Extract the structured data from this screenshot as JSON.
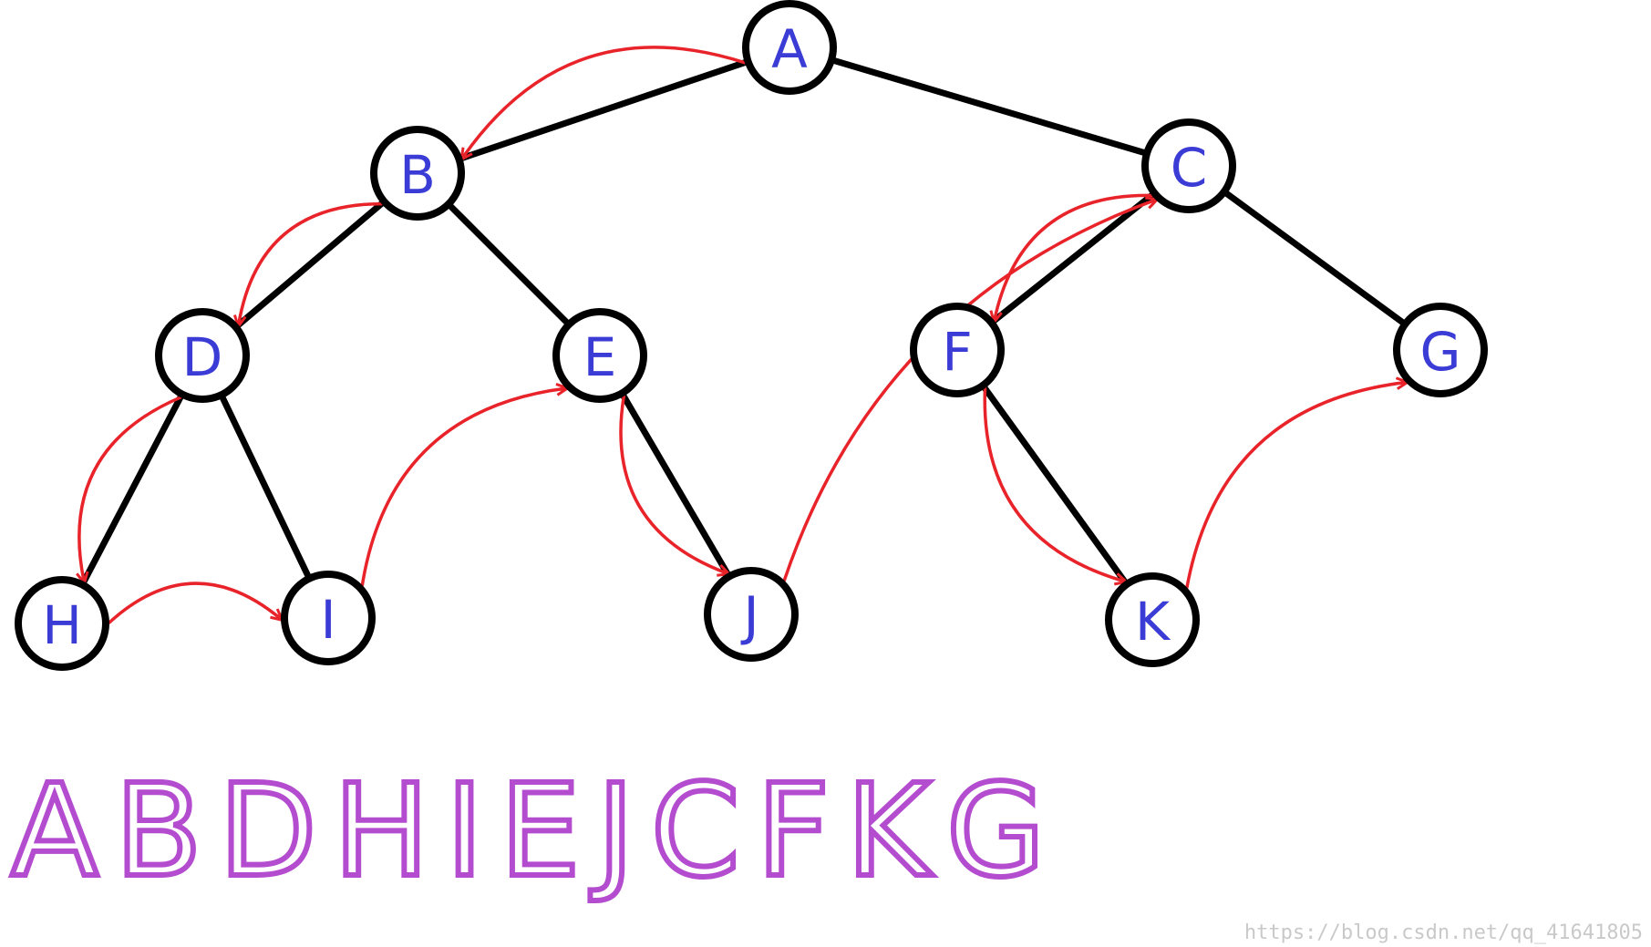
{
  "colors": {
    "edge": "#000000",
    "node_fill": "#ffffff",
    "node_stroke": "#000000",
    "node_label": "#3b3bd6",
    "traversal_arrow": "#e8232a",
    "sequence_text": "#b44ccf",
    "watermark": "#c9c9c9"
  },
  "nodes": [
    {
      "id": "A",
      "label": "A"
    },
    {
      "id": "B",
      "label": "B"
    },
    {
      "id": "C",
      "label": "C"
    },
    {
      "id": "D",
      "label": "D"
    },
    {
      "id": "E",
      "label": "E"
    },
    {
      "id": "F",
      "label": "F"
    },
    {
      "id": "G",
      "label": "G"
    },
    {
      "id": "H",
      "label": "H"
    },
    {
      "id": "I",
      "label": "I"
    },
    {
      "id": "J",
      "label": "J"
    },
    {
      "id": "K",
      "label": "K"
    }
  ],
  "edges": [
    {
      "from": "A",
      "to": "B"
    },
    {
      "from": "A",
      "to": "C"
    },
    {
      "from": "B",
      "to": "D"
    },
    {
      "from": "B",
      "to": "E"
    },
    {
      "from": "D",
      "to": "H"
    },
    {
      "from": "D",
      "to": "I"
    },
    {
      "from": "E",
      "to": "J"
    },
    {
      "from": "C",
      "to": "F"
    },
    {
      "from": "C",
      "to": "G"
    },
    {
      "from": "F",
      "to": "K"
    }
  ],
  "traversal_order": [
    "A",
    "B",
    "D",
    "H",
    "I",
    "E",
    "J",
    "C",
    "F",
    "K",
    "G"
  ],
  "sequence_text": "ABDHIEJCFKG",
  "watermark": "https://blog.csdn.net/qq_41641805"
}
